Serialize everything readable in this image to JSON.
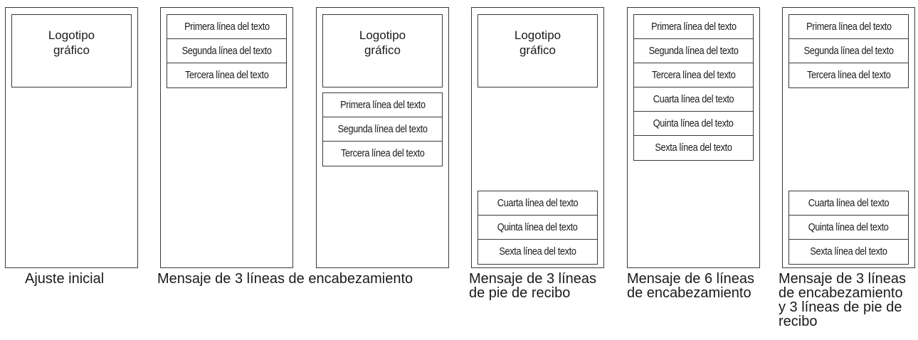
{
  "panels": [
    {
      "logo": "Logotipo\ngráfico",
      "caption": "Ajuste inicial"
    },
    {
      "header_lines": [
        "Primera línea del texto",
        "Segunda línea del texto",
        "Tercera línea del texto"
      ],
      "caption": "Mensaje de 3 líneas de encabezamiento"
    },
    {
      "logo": "Logotipo\ngráfico",
      "header_lines": [
        "Primera línea del texto",
        "Segunda línea del texto",
        "Tercera línea del texto"
      ]
    },
    {
      "logo": "Logotipo\ngráfico",
      "footer_lines": [
        "Cuarta línea del texto",
        "Quinta línea del texto",
        "Sexta línea del texto"
      ],
      "caption": "Mensaje de 3 líneas\nde pie de recibo"
    },
    {
      "header_lines": [
        "Primera línea del texto",
        "Segunda línea del texto",
        "Tercera línea del texto",
        "Cuarta línea del texto",
        "Quinta línea del texto",
        "Sexta línea del texto"
      ],
      "caption": "Mensaje de 6 líneas\nde encabezamiento"
    },
    {
      "header_lines": [
        "Primera línea del texto",
        "Segunda línea del texto",
        "Tercera línea del texto"
      ],
      "footer_lines": [
        "Cuarta línea del texto",
        "Quinta línea del texto",
        "Sexta línea del texto"
      ],
      "caption": "Mensaje de 3 líneas\nde encabezamiento\ny 3 líneas de pie de\nrecibo"
    }
  ]
}
